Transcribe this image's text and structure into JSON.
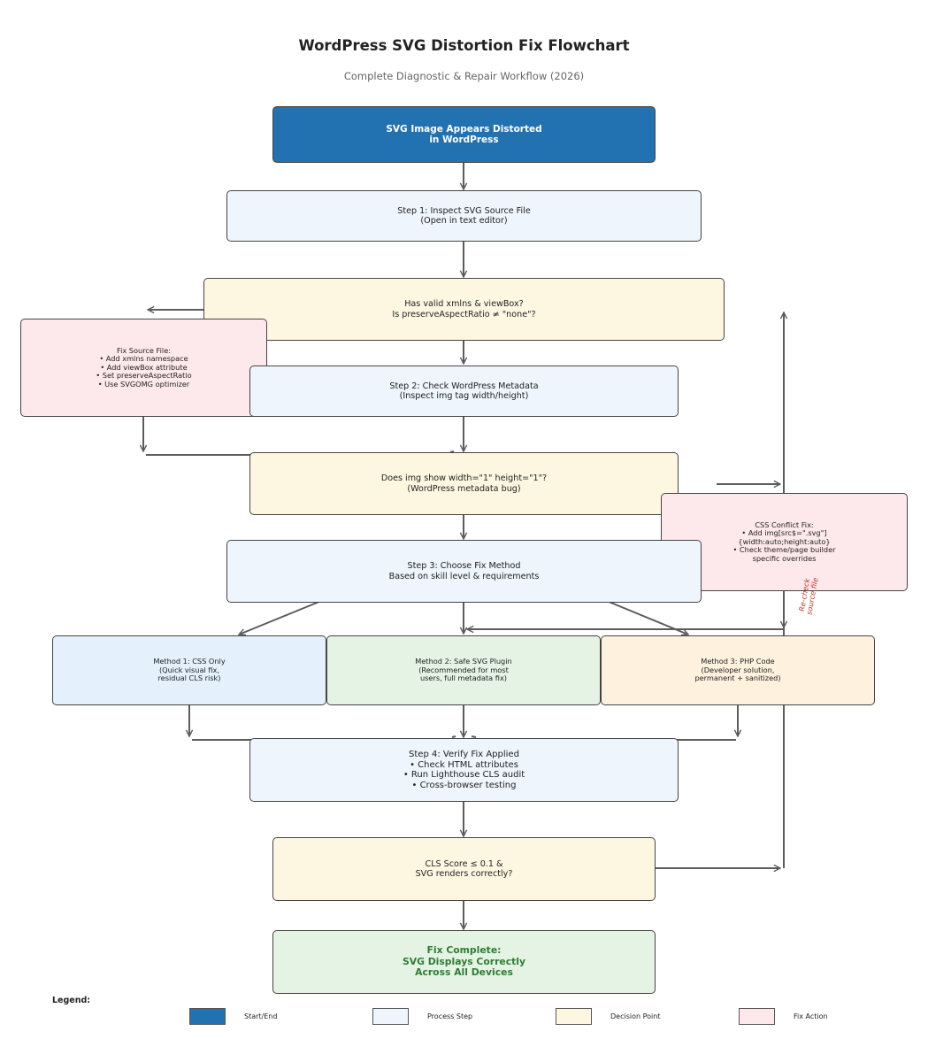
{
  "header": {
    "title": "WordPress SVG Distortion Fix Flowchart",
    "subtitle": "Complete Diagnostic & Repair Workflow (2026)"
  },
  "nodes": {
    "start": "SVG Image Appears Distorted\nin WordPress",
    "step1": "Step 1: Inspect SVG Source File\n(Open in text editor)",
    "decision1": "Has valid xmlns & viewBox?\nIs preserveAspectRatio ≠ \"none\"?",
    "fix_source": "Fix Source File:\n• Add xmlns namespace\n• Add viewBox attribute\n• Set preserveAspectRatio\n• Use SVGOMG optimizer",
    "step2": "Step 2: Check WordPress Metadata\n(Inspect img tag width/height)",
    "decision2": "Does img show width=\"1\" height=\"1\"?\n(WordPress metadata bug)",
    "css_fix": "CSS Conflict Fix:\n• Add img[src$=\".svg\"]\n{width:auto;height:auto}\n• Check theme/page builder\nspecific overrides",
    "step3": "Step 3: Choose Fix Method\nBased on skill level & requirements",
    "method1": "Method 1: CSS Only\n(Quick visual fix,\nresidual CLS risk)",
    "method2": "Method 2: Safe SVG Plugin\n(Recommended for most\nusers, full metadata fix)",
    "method3": "Method 3: PHP Code\n(Developer solution,\npermanent + sanitized)",
    "step4": "Step 4: Verify Fix Applied\n• Check HTML attributes\n• Run Lighthouse CLS audit\n• Cross-browser testing",
    "decision3": "CLS Score ≤ 0.1 &\nSVG renders correctly?",
    "end": "Fix Complete:\nSVG Displays Correctly\nAcross All Devices"
  },
  "edge_labels": {
    "recheck": "Re-check\nsource file"
  },
  "legend": {
    "title": "Legend:",
    "items": [
      {
        "label": "Start/End",
        "color": "#2272b2"
      },
      {
        "label": "Process Step",
        "color": "#eef5fd"
      },
      {
        "label": "Decision Point",
        "color": "#fdf7e2"
      },
      {
        "label": "Fix Action",
        "color": "#fde9ec"
      }
    ]
  },
  "colors": {
    "arrow": "#5c5c5c",
    "start": "#2272b2",
    "process": "#eef5fd",
    "decision": "#fdf7e2",
    "fix": "#fde9ec",
    "end_text": "#2e7d32",
    "recheck_text": "#c0392b"
  }
}
